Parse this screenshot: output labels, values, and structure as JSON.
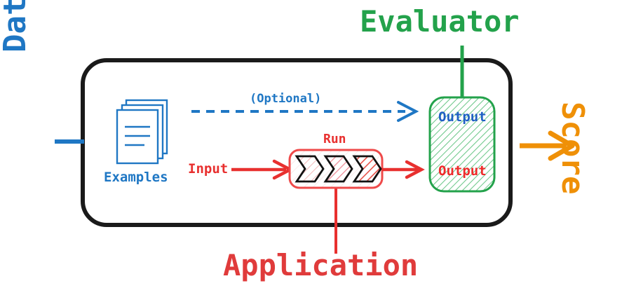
{
  "diagram": {
    "title_labels": {
      "dataset": "Dataset",
      "evaluator": "Evaluator",
      "application": "Application",
      "score": "Score"
    },
    "inner_labels": {
      "examples": "Examples",
      "optional": "(Optional)",
      "input": "Input",
      "run": "Run",
      "output_top": "Output",
      "output_bottom": "Output"
    },
    "icons": {
      "examples_stack": "documents-stack-icon",
      "run_chevrons": "chevron-pipeline-icon",
      "optional_arrow": "dashed-arrow-right-icon",
      "input_arrow": "arrow-right-icon",
      "run_to_output_arrow": "arrow-right-icon",
      "score_arrow": "arrow-right-icon",
      "evaluator_connector": "vertical-connector-line",
      "application_connector": "vertical-connector-line",
      "dataset_connector": "horizontal-connector-line"
    },
    "colors": {
      "blue": "#1f77c4",
      "red": "#e8302f",
      "green": "#23a24b",
      "orange": "#ef9007",
      "outline_black": "#1a1a1a",
      "green_fill": "#f2fbf4",
      "red_fill_light": "#fdf0f0",
      "background": "#ffffff"
    }
  }
}
